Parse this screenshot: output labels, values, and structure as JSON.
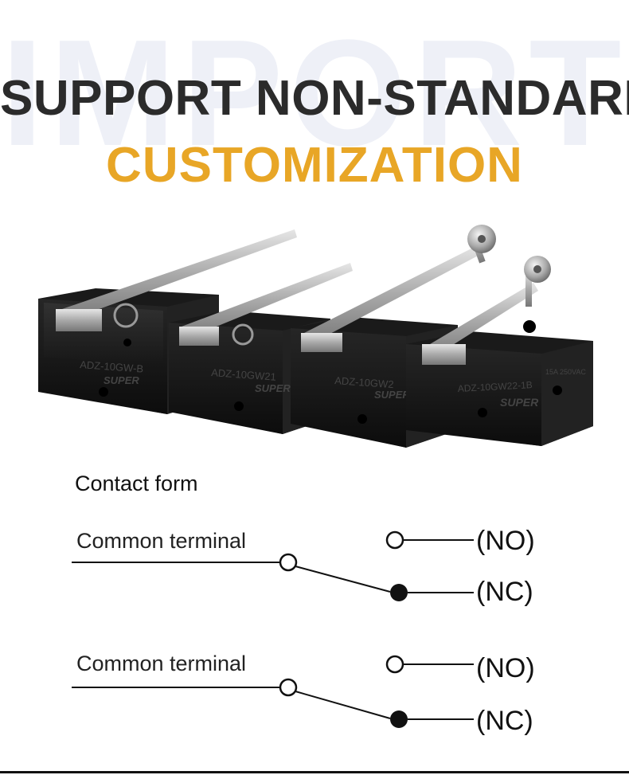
{
  "watermark": "IMPORT",
  "headline": "SUPPORT NON-STANDARD",
  "subline": "CUSTOMIZATION",
  "colors": {
    "headline": "#2b2b2b",
    "accent": "#e8a626",
    "watermark": "#eef0f7"
  },
  "products": [
    {
      "model": "ADZ-10GW-B",
      "brand": "SUPER"
    },
    {
      "model": "ADZ-10GW21",
      "brand": "SUPER"
    },
    {
      "model": "ADZ-10GW2",
      "brand": "SUPER"
    },
    {
      "model": "ADZ-10GW22-1B",
      "brand": "SUPER",
      "rating": "15A 250VAC"
    }
  ],
  "contact_form": {
    "title": "Contact form",
    "diagrams": [
      {
        "terminal_label": "Common terminal",
        "no_label": "(NO)",
        "nc_label": "(NC)"
      },
      {
        "terminal_label": "Common terminal",
        "no_label": "(NO)",
        "nc_label": "(NC)"
      }
    ]
  }
}
